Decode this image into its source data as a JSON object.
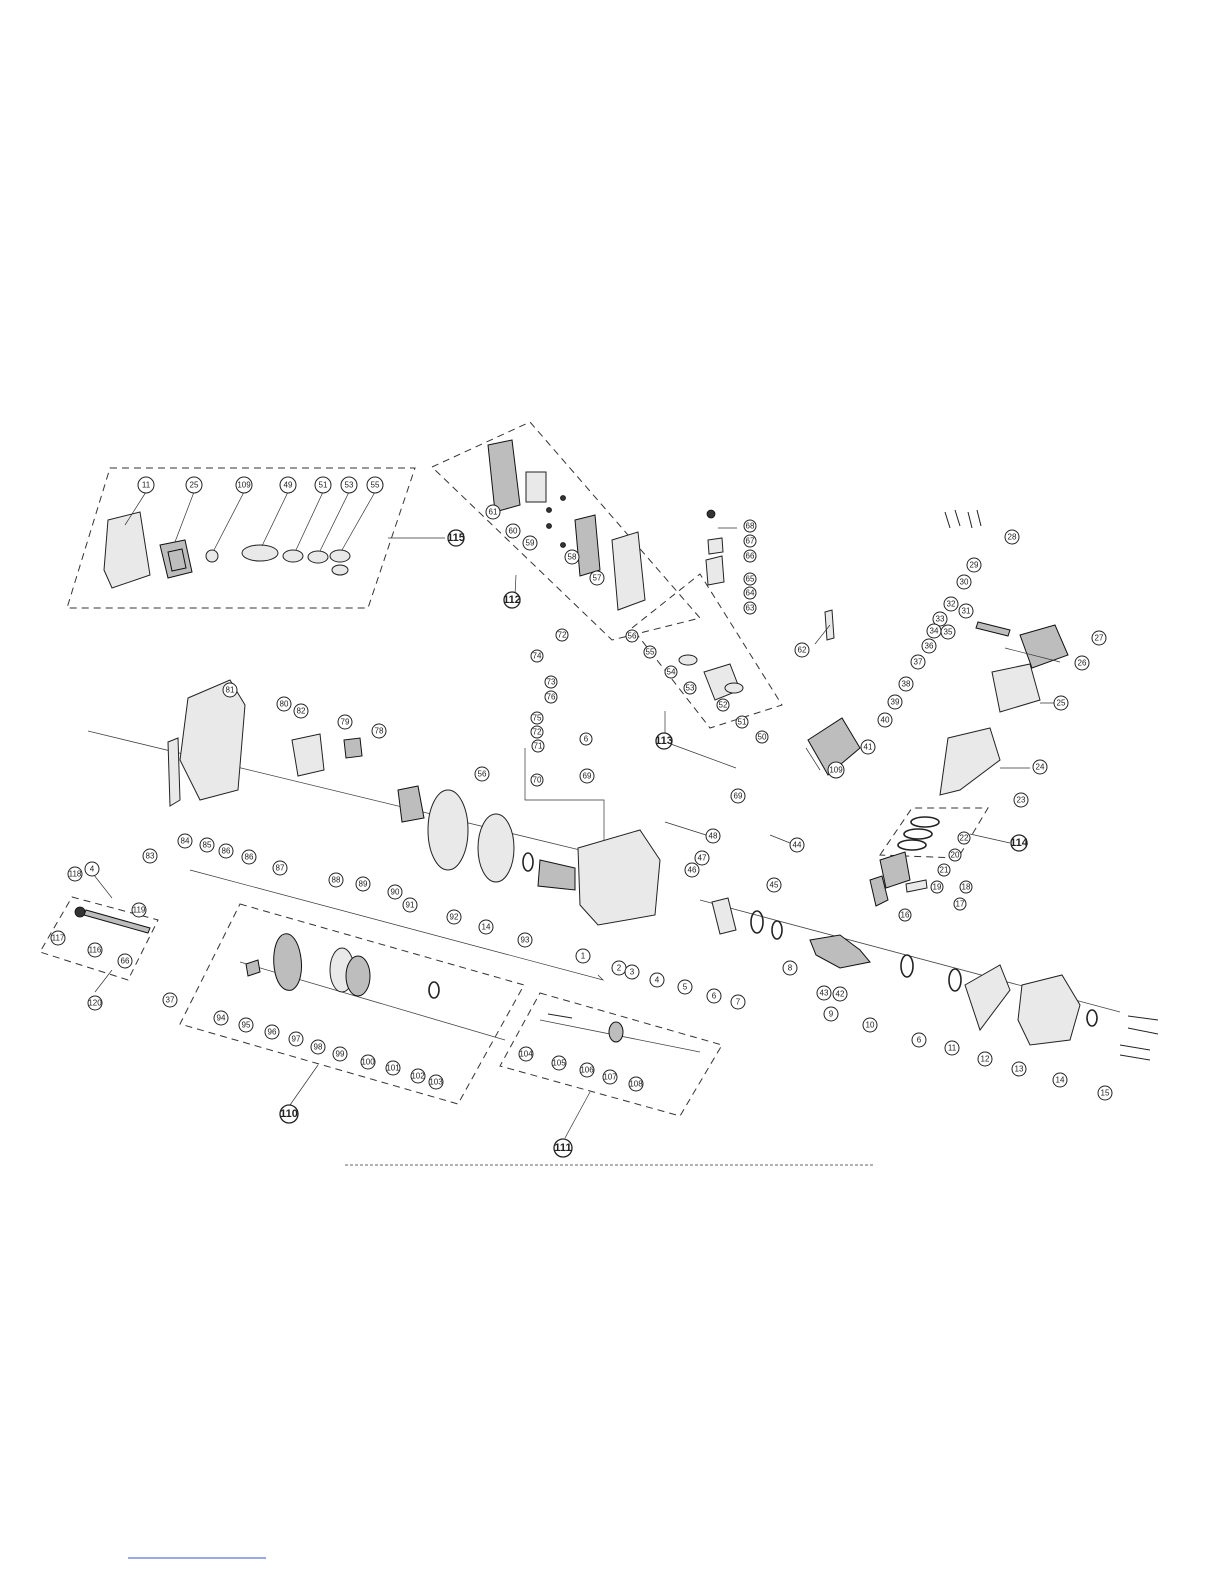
{
  "groups": [
    {
      "id": "115"
    },
    {
      "id": "112"
    },
    {
      "id": "113"
    },
    {
      "id": "114"
    },
    {
      "id": "110"
    },
    {
      "id": "111"
    },
    {
      "id": "120"
    }
  ],
  "callouts": [
    {
      "n": "11"
    },
    {
      "n": "25"
    },
    {
      "n": "109"
    },
    {
      "n": "49"
    },
    {
      "n": "51"
    },
    {
      "n": "53"
    },
    {
      "n": "55"
    },
    {
      "n": "115"
    },
    {
      "n": "61"
    },
    {
      "n": "60"
    },
    {
      "n": "59"
    },
    {
      "n": "58"
    },
    {
      "n": "57"
    },
    {
      "n": "112"
    },
    {
      "n": "68"
    },
    {
      "n": "67"
    },
    {
      "n": "66"
    },
    {
      "n": "65"
    },
    {
      "n": "64"
    },
    {
      "n": "63"
    },
    {
      "n": "56"
    },
    {
      "n": "55"
    },
    {
      "n": "54"
    },
    {
      "n": "53"
    },
    {
      "n": "52"
    },
    {
      "n": "51"
    },
    {
      "n": "50"
    },
    {
      "n": "113"
    },
    {
      "n": "28"
    },
    {
      "n": "29"
    },
    {
      "n": "30"
    },
    {
      "n": "32"
    },
    {
      "n": "33"
    },
    {
      "n": "31"
    },
    {
      "n": "34"
    },
    {
      "n": "35"
    },
    {
      "n": "36"
    },
    {
      "n": "37"
    },
    {
      "n": "27"
    },
    {
      "n": "26"
    },
    {
      "n": "62"
    },
    {
      "n": "38"
    },
    {
      "n": "39"
    },
    {
      "n": "40"
    },
    {
      "n": "41"
    },
    {
      "n": "25"
    },
    {
      "n": "24"
    },
    {
      "n": "23"
    },
    {
      "n": "109"
    },
    {
      "n": "22"
    },
    {
      "n": "20"
    },
    {
      "n": "21"
    },
    {
      "n": "19"
    },
    {
      "n": "18"
    },
    {
      "n": "114"
    },
    {
      "n": "17"
    },
    {
      "n": "16"
    },
    {
      "n": "72"
    },
    {
      "n": "74"
    },
    {
      "n": "73"
    },
    {
      "n": "76"
    },
    {
      "n": "75"
    },
    {
      "n": "72"
    },
    {
      "n": "71"
    },
    {
      "n": "70"
    },
    {
      "n": "56"
    },
    {
      "n": "6"
    },
    {
      "n": "69"
    },
    {
      "n": "69"
    },
    {
      "n": "48"
    },
    {
      "n": "47"
    },
    {
      "n": "46"
    },
    {
      "n": "44"
    },
    {
      "n": "43"
    },
    {
      "n": "42"
    },
    {
      "n": "45"
    },
    {
      "n": "81"
    },
    {
      "n": "80"
    },
    {
      "n": "82"
    },
    {
      "n": "79"
    },
    {
      "n": "78"
    },
    {
      "n": "4"
    },
    {
      "n": "83"
    },
    {
      "n": "84"
    },
    {
      "n": "85"
    },
    {
      "n": "86"
    },
    {
      "n": "86"
    },
    {
      "n": "87"
    },
    {
      "n": "88"
    },
    {
      "n": "89"
    },
    {
      "n": "90"
    },
    {
      "n": "91"
    },
    {
      "n": "92"
    },
    {
      "n": "14"
    },
    {
      "n": "93"
    },
    {
      "n": "1"
    },
    {
      "n": "2"
    },
    {
      "n": "3"
    },
    {
      "n": "4"
    },
    {
      "n": "5"
    },
    {
      "n": "6"
    },
    {
      "n": "7"
    },
    {
      "n": "8"
    },
    {
      "n": "9"
    },
    {
      "n": "10"
    },
    {
      "n": "6"
    },
    {
      "n": "11"
    },
    {
      "n": "12"
    },
    {
      "n": "13"
    },
    {
      "n": "14"
    },
    {
      "n": "15"
    },
    {
      "n": "118"
    },
    {
      "n": "119"
    },
    {
      "n": "117"
    },
    {
      "n": "116"
    },
    {
      "n": "66"
    },
    {
      "n": "120"
    },
    {
      "n": "37"
    },
    {
      "n": "94"
    },
    {
      "n": "95"
    },
    {
      "n": "96"
    },
    {
      "n": "97"
    },
    {
      "n": "98"
    },
    {
      "n": "99"
    },
    {
      "n": "100"
    },
    {
      "n": "101"
    },
    {
      "n": "102"
    },
    {
      "n": "103"
    },
    {
      "n": "110"
    },
    {
      "n": "104"
    },
    {
      "n": "105"
    },
    {
      "n": "106"
    },
    {
      "n": "107"
    },
    {
      "n": "108"
    },
    {
      "n": "111"
    }
  ]
}
